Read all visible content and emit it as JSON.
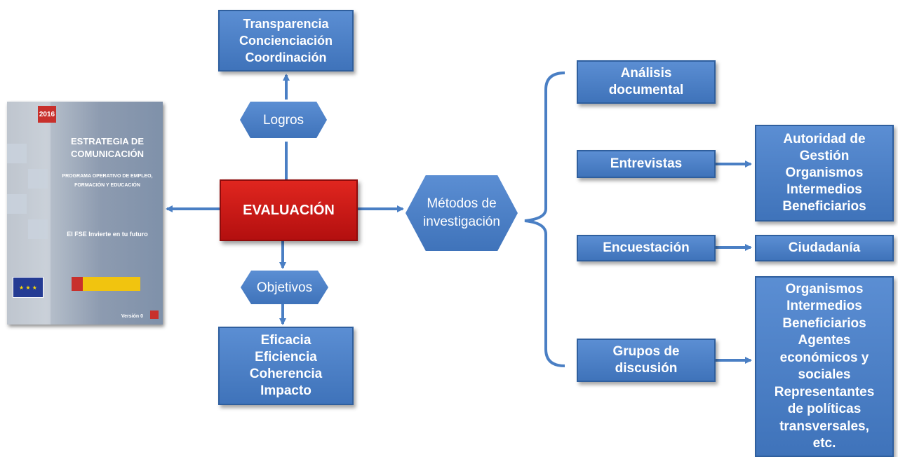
{
  "cover": {
    "year": "2016",
    "title": "ESTRATEGIA DE COMUNICACIÓN",
    "subtitle": "PROGRAMA OPERATIVO DE EMPLEO, FORMACIÓN Y EDUCACIÓN",
    "slogan": "El FSE Invierte en tu futuro",
    "version": "Versión 0"
  },
  "center": {
    "label": "EVALUACIÓN",
    "top_hex": "Logros",
    "top_box": "Transparencia\nConcienciación\nCoordinación",
    "bottom_hex": "Objetivos",
    "bottom_box": "Eficacia\nEficiencia\nCoherencia\nImpacto",
    "methods_hex": "Métodos de\ninvestigación"
  },
  "methods": {
    "analisis": "Análisis\ndocumental",
    "entrevistas": "Entrevistas",
    "encuestacion": "Encuestación",
    "grupos": "Grupos de\ndiscusión"
  },
  "targets": {
    "entrevistas": "Autoridad de\nGestión\nOrganismos\nIntermedios\nBeneficiarios",
    "encuestacion": "Ciudadanía",
    "grupos": "Organismos\nIntermedios\nBeneficiarios\nAgentes\neconómicos y\nsociales\nRepresentantes\nde políticas\ntransversales,\netc."
  },
  "colors": {
    "box_blue": "#4a7fc4",
    "box_border": "#2f5f9e",
    "connector": "#4a7fc4",
    "center_red": "#c8151b"
  }
}
